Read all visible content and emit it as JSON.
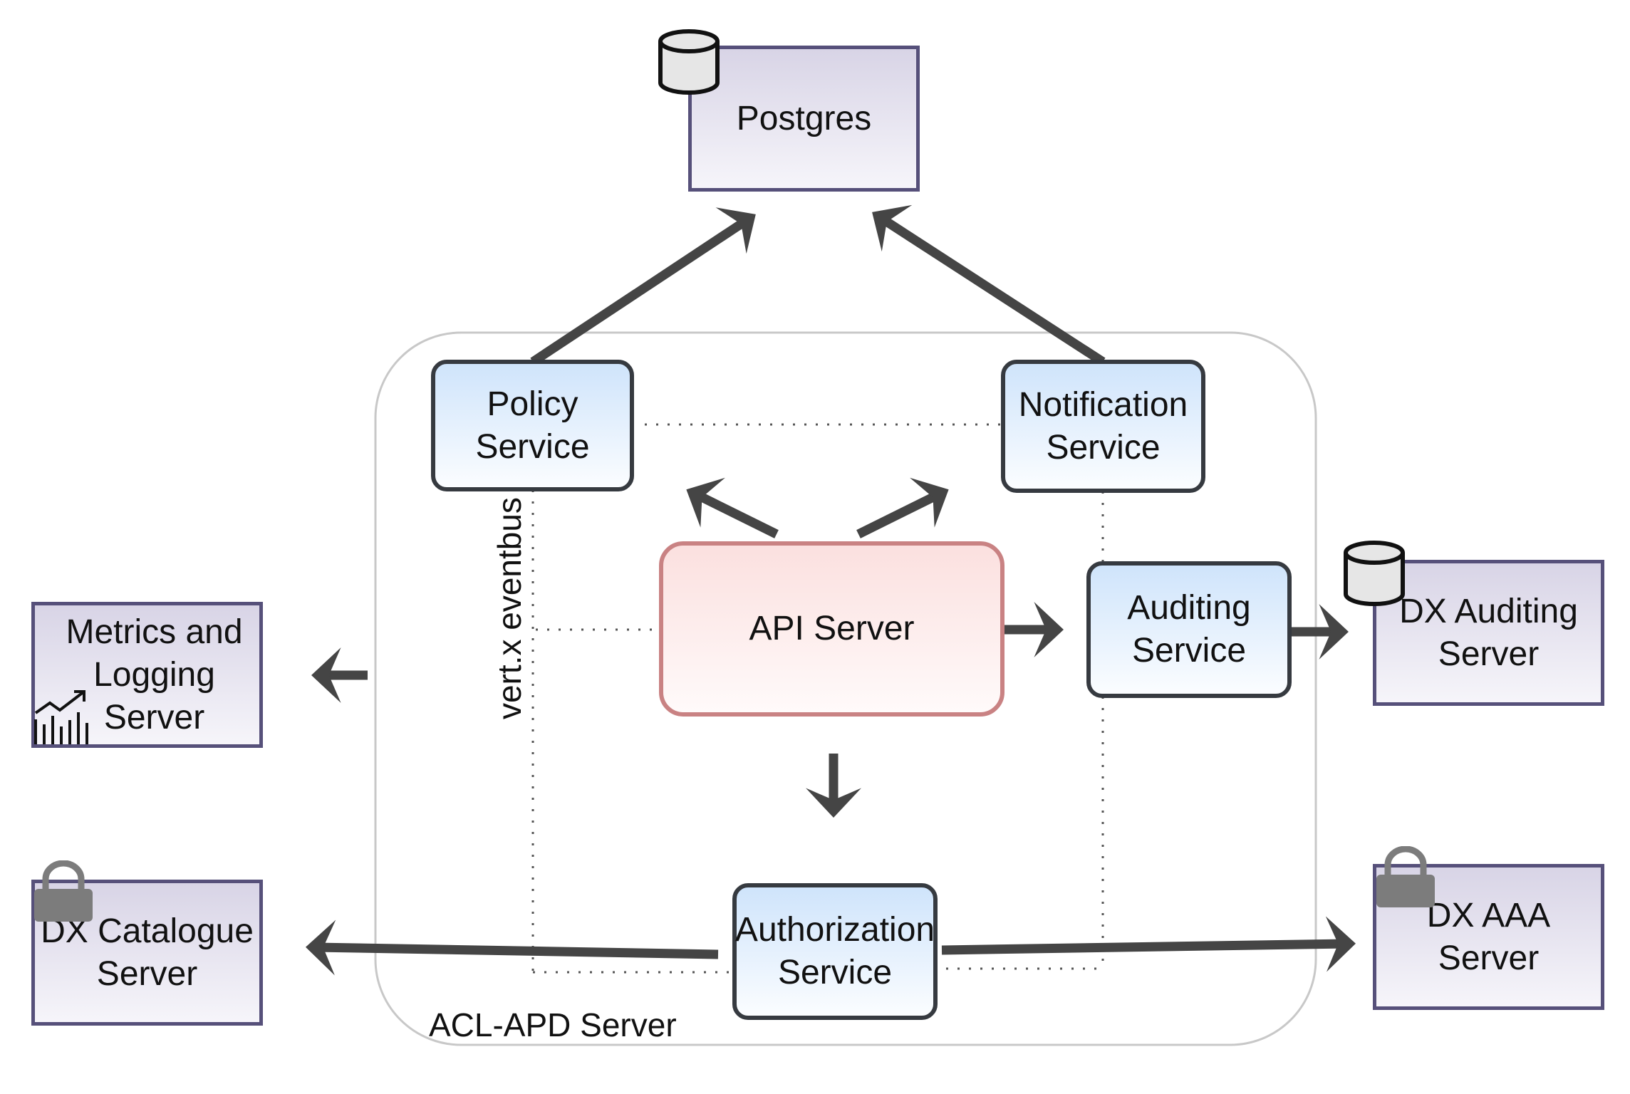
{
  "boundary": {
    "label": "ACL-APD Server"
  },
  "eventbus": {
    "label": "vert.x eventbus"
  },
  "nodes": {
    "postgres": "Postgres",
    "policy_service": "Policy\nService",
    "notification_service": "Notification\nService",
    "api_server": "API Server",
    "auditing_service": "Auditing\nService",
    "authorization_service": "Authorization\nService",
    "metrics_logging_server": "Metrics and\nLogging\nServer",
    "dx_auditing_server": "DX Auditing\nServer",
    "dx_catalogue_server": "DX Catalogue\nServer",
    "dx_aaa_server": "DX AAA\nServer"
  },
  "icons": {
    "postgres": "database-icon",
    "dx_auditing_server": "database-icon",
    "metrics_logging_server": "chart-icon",
    "dx_catalogue_server": "lock-icon",
    "dx_aaa_server": "lock-icon"
  },
  "colors": {
    "external_border": "#56507a",
    "service_border": "#363a40",
    "service_fill": "#cfe4fb",
    "api_border": "#c98283",
    "api_fill": "#fbe0df",
    "arrow": "#454545"
  }
}
